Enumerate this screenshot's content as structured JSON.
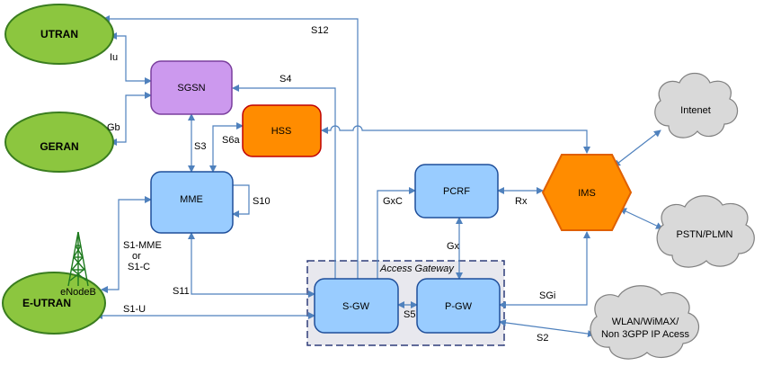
{
  "nodes": {
    "utran": "UTRAN",
    "geran": "GERAN",
    "eutran": "E-UTRAN",
    "enodeb": "eNodeB",
    "sgsn": "SGSN",
    "hss": "HSS",
    "mme": "MME",
    "pcrf": "PCRF",
    "ims": "IMS",
    "sgw": "S-GW",
    "pgw": "P-GW",
    "internet": "Intenet",
    "pstn": "PSTN/PLMN",
    "wlan_line1": "WLAN/WiMAX/",
    "wlan_line2": "Non 3GPP IP Acess",
    "access_gateway": "Access Gateway"
  },
  "interfaces": {
    "s12": "S12",
    "iu": "Iu",
    "gb": "Gb",
    "s4": "S4",
    "s3": "S3",
    "s6a": "S6a",
    "s10": "S10",
    "gxc": "GxC",
    "rx": "Rx",
    "gx": "Gx",
    "s1mme_line1": "S1-MME",
    "s1mme_line2": "or",
    "s1mme_line3": "S1-C",
    "s11": "S11",
    "s1u": "S1-U",
    "s5": "S5",
    "sgi": "SGi",
    "s2": "S2"
  },
  "colors": {
    "green_fill": "#8cc63f",
    "green_stroke": "#3a7d1f",
    "purple_fill": "#cc99ee",
    "purple_stroke": "#7a3e9d",
    "blue_fill": "#99ccff",
    "blue_stroke": "#1f4e9a",
    "orange_fill": "#ff8c00",
    "orange_stroke": "#e06000",
    "hss_stroke": "#c00000",
    "cloud_fill": "#d9d9d9",
    "cloud_stroke": "#808080",
    "link": "#4f81bd",
    "gateway_box": "#e8e8ee",
    "gateway_border": "#2f3d7a"
  }
}
